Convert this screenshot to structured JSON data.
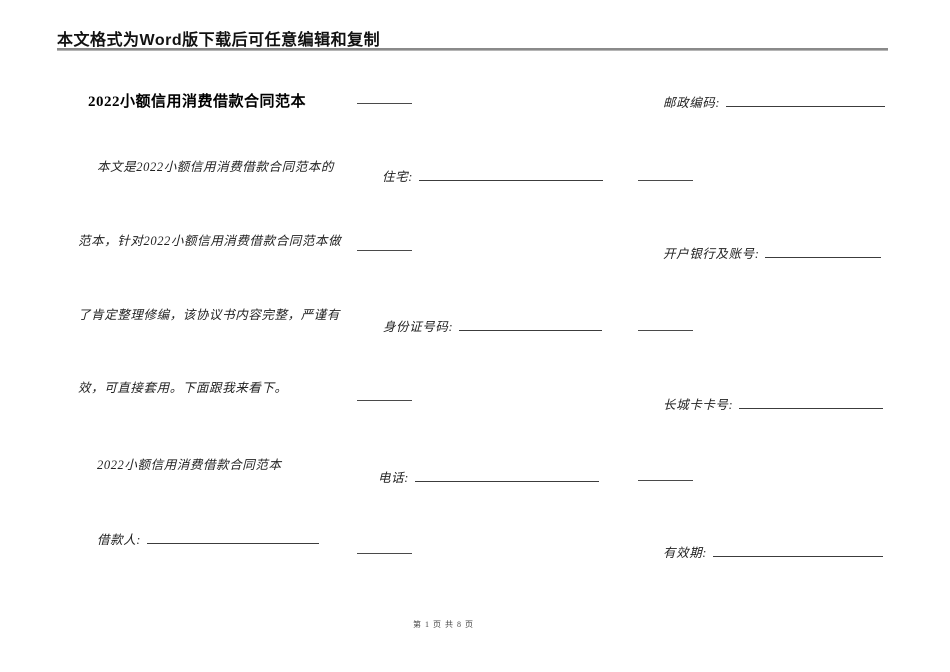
{
  "page": {
    "header_notice": "本文格式为Word版下载后可任意编辑和复制",
    "footer_page_info": "第 1 页 共 8 页",
    "page_number": "1",
    "total_pages": "8"
  },
  "doc": {
    "title": "2022小额信用消费借款合同范本",
    "body_lines": [
      "本文是2022小额信用消费借款合同范本的",
      "范本，针对2022小额信用消费借款合同范本做",
      "了肯定整理修编，该协议书内容完整，严谨有",
      "效，可直接套用。下面跟我来看下。",
      "2022小额信用消费借款合同范本"
    ],
    "fields": {
      "borrower": {
        "label": "借款人:",
        "value": ""
      },
      "residence": {
        "label": "住宅:",
        "value": ""
      },
      "id_number": {
        "label": "身份证号码:",
        "value": ""
      },
      "phone": {
        "label": "电话:",
        "value": ""
      },
      "postal_code": {
        "label": "邮政编码:",
        "value": ""
      },
      "bank_account": {
        "label": "开户银行及账号:",
        "value": ""
      },
      "great_wall_card": {
        "label": "长城卡卡号:",
        "value": ""
      },
      "validity": {
        "label": "有效期:",
        "value": ""
      }
    }
  },
  "colors": {
    "header_rule": "#8a8a8a",
    "body_text": "#222222",
    "blank_line": "#3c3c3c",
    "footer_text": "#4a4a4a"
  }
}
